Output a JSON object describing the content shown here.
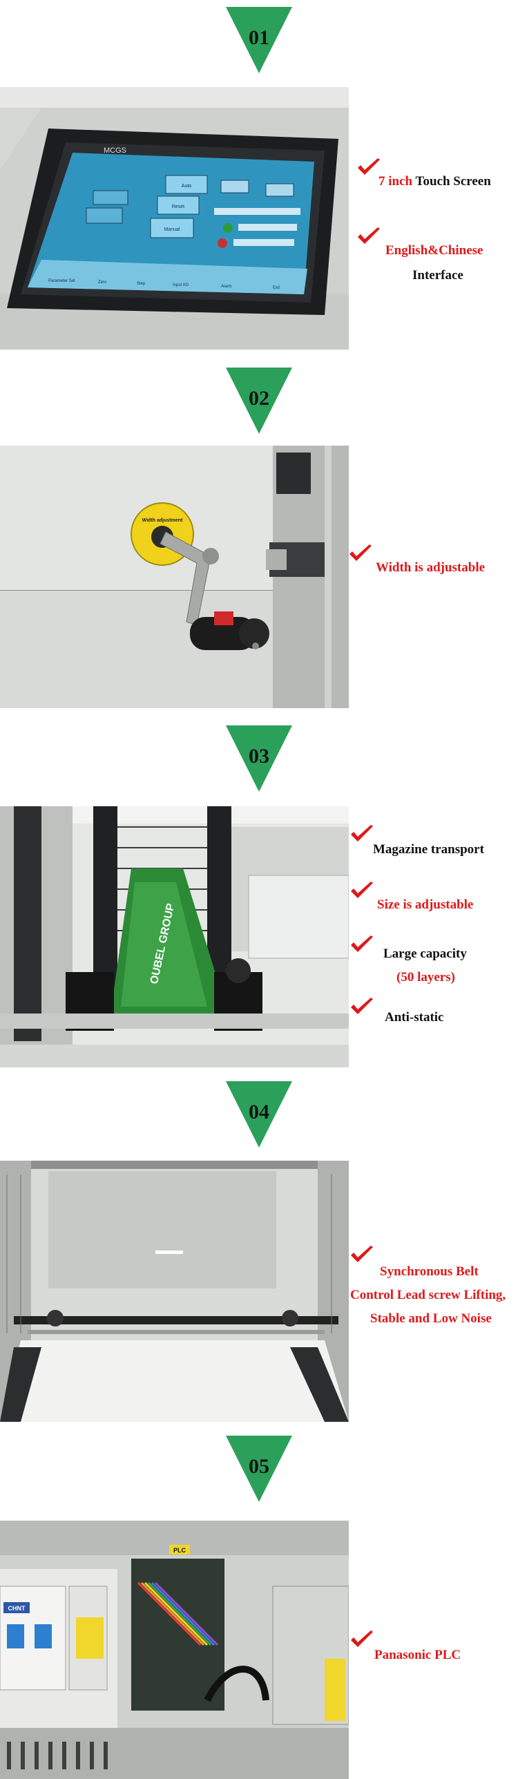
{
  "colors": {
    "badge_green": "#2ba05b",
    "badge_text": "#141414",
    "accent_red": "#e01818",
    "text_black": "#111111"
  },
  "sections": [
    {
      "number": "01",
      "photo_subject": "touch-screen-panel",
      "screen_brand": "MCGS",
      "screen_buttons": [
        "Auto",
        "Reset",
        "Manual",
        "Parameter Set",
        "Zero",
        "Step",
        "Input I/O",
        "Alarm",
        "Exit"
      ],
      "features": [
        {
          "parts": [
            {
              "text": "7 inch",
              "color": "red"
            },
            {
              "text": " Touch Screen",
              "color": "black"
            }
          ]
        },
        {
          "parts": [
            {
              "text": "English&Chinese",
              "color": "red"
            }
          ]
        },
        {
          "parts": [
            {
              "text": "Interface",
              "color": "black"
            }
          ]
        }
      ]
    },
    {
      "number": "02",
      "photo_subject": "width-adjustment-crank",
      "sticker_text": "Width adjustment",
      "features": [
        {
          "parts": [
            {
              "text": "Width is adjustable",
              "color": "red"
            }
          ]
        }
      ]
    },
    {
      "number": "03",
      "photo_subject": "pcb-magazine-rack",
      "pcb_text": "OUBEL GROUP",
      "features": [
        {
          "parts": [
            {
              "text": "Magazine transport",
              "color": "black"
            }
          ]
        },
        {
          "parts": [
            {
              "text": "Size is adjustable",
              "color": "red"
            }
          ]
        },
        {
          "parts": [
            {
              "text": "Large capacity",
              "color": "black"
            }
          ]
        },
        {
          "parts": [
            {
              "text": "(50 layers)",
              "color": "red"
            }
          ]
        },
        {
          "parts": [
            {
              "text": "Anti-static",
              "color": "black"
            }
          ]
        }
      ]
    },
    {
      "number": "04",
      "photo_subject": "synchronous-belt-lifting",
      "features": [
        {
          "parts": [
            {
              "text": "Synchronous Belt",
              "color": "red"
            }
          ]
        },
        {
          "parts": [
            {
              "text": "Control Lead screw Lifting,",
              "color": "red"
            }
          ]
        },
        {
          "parts": [
            {
              "text": "Stable and Low Noise",
              "color": "red"
            }
          ]
        }
      ]
    },
    {
      "number": "05",
      "photo_subject": "electrical-cabinet-plc",
      "plc_label": "PLC",
      "breaker_brand": "CHNT",
      "features": [
        {
          "parts": [
            {
              "text": "Panasonic PLC",
              "color": "red"
            }
          ]
        }
      ]
    }
  ]
}
